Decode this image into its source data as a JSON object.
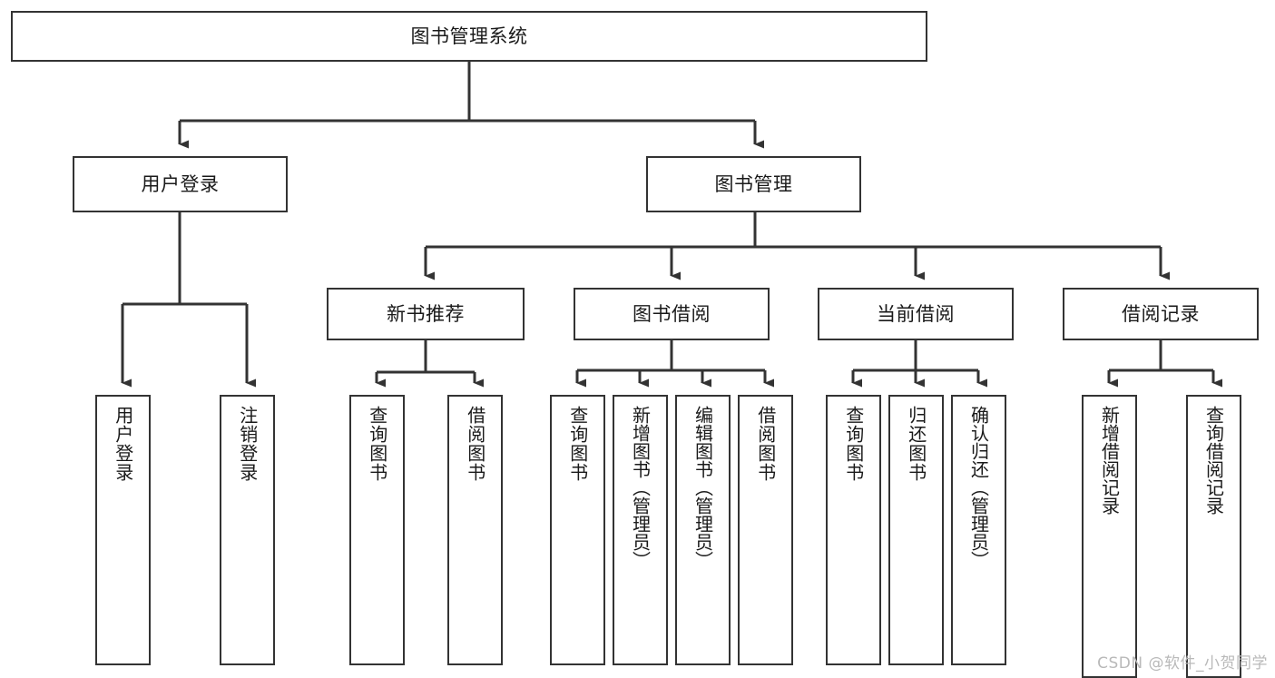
{
  "diagram": {
    "type": "tree-hierarchy",
    "title": "图书管理系统",
    "watermark": "CSDN @软件_小贺同学",
    "colors": {
      "box_border": "#333333",
      "box_fill": "#ffffff",
      "connector": "#333333",
      "text": "#1a1a1a",
      "watermark": "#b9b9b9"
    },
    "nodes": {
      "root": {
        "label": "图书管理系统"
      },
      "level2": [
        {
          "label": "用户登录"
        },
        {
          "label": "图书管理"
        }
      ],
      "level3": [
        {
          "label": "新书推荐"
        },
        {
          "label": "图书借阅"
        },
        {
          "label": "当前借阅"
        },
        {
          "label": "借阅记录"
        }
      ],
      "leaves": {
        "user_login": [
          {
            "label": "用户登录"
          },
          {
            "label": "注销登录"
          }
        ],
        "new_book": [
          {
            "label": "查询图书"
          },
          {
            "label": "借阅图书"
          }
        ],
        "book_borrow": [
          {
            "label": "查询图书"
          },
          {
            "label": "新增图书（管理员）"
          },
          {
            "label": "编辑图书（管理员）"
          },
          {
            "label": "借阅图书"
          }
        ],
        "current_borrow": [
          {
            "label": "查询图书"
          },
          {
            "label": "归还图书"
          },
          {
            "label": "确认归还（管理员）"
          }
        ],
        "borrow_record": [
          {
            "label": "新增借阅记录"
          },
          {
            "label": "查询借阅记录"
          }
        ]
      }
    }
  }
}
